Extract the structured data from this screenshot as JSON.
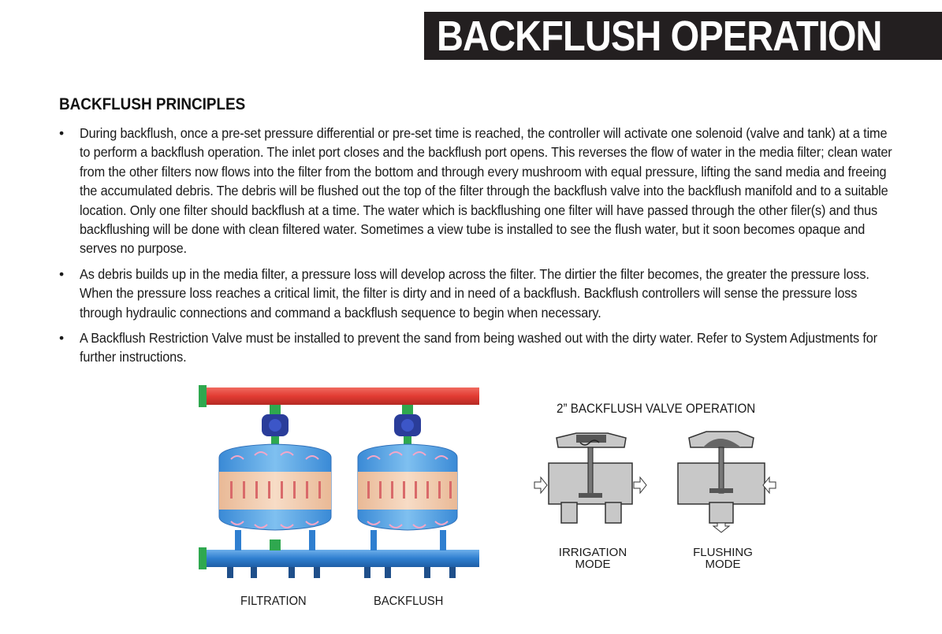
{
  "header": {
    "title": "BACKFLUSH OPERATION"
  },
  "section": {
    "heading": "BACKFLUSH PRINCIPLES"
  },
  "bullets": [
    "During backflush, once a pre-set pressure differential or pre-set time is reached, the controller will activate one solenoid (valve and tank) at a time to perform a backflush operation. The inlet port closes and the backflush port opens. This reverses the flow of water in the media filter; clean water from the other filters now flows into the filter from the bottom and through every mushroom with equal pressure, lifting the sand media and freeing the accumulated debris. The debris will be flushed out the top of the filter through the backflush valve into the backflush manifold and to a suitable location. Only one filter should backflush at a time. The water which is backflushing one filter will have passed through the other filer(s) and thus backflushing will be done with clean filtered water. Sometimes a view tube is installed to see the flush water, but it soon becomes opaque and serves no purpose.",
    "As debris builds up in the media filter, a pressure loss will develop across the filter. The dirtier the filter becomes, the greater the pressure loss. When the pressure loss reaches a critical limit, the filter is dirty and in need of a backflush. Backflush controllers will sense the pressure loss through hydraulic connections and command a backflush sequence to begin when necessary.",
    "A Backflush Restriction Valve must be installed to prevent the sand from being washed out with the dirty water. Refer to System Adjustments for further instructions."
  ],
  "bullet_symbol": "•",
  "filter_diagram": {
    "label_left": "FILTRATION",
    "label_right": "BACKFLUSH"
  },
  "valve_diagram": {
    "title": "2” BACKFLUSH VALVE OPERATION",
    "mode_left": "IRRIGATION\nMODE",
    "mode_right": "FLUSHING\nMODE"
  },
  "colors": {
    "banner": "#231f20",
    "top_pipe": "#e23b33",
    "bottom_pipe": "#2f7fd0",
    "tank": "#4a9fe0",
    "sand": "#f1c7a7",
    "valve_body": "#2a3d9a",
    "connector": "#2fa84f",
    "valve_gray": "#c8c8c8"
  }
}
